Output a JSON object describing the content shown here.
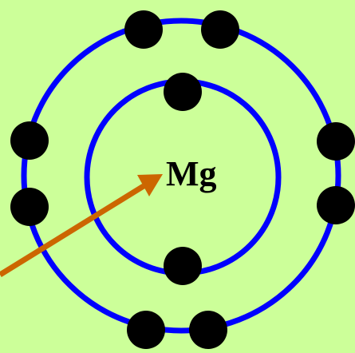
{
  "diagram": {
    "element_label": "Mg",
    "colors": {
      "background": "#ccff99",
      "orbit": "#0000ff",
      "electron": "#000000",
      "arrow": "#cc6600",
      "label": "#000000"
    },
    "shells": [
      {
        "name": "inner",
        "electron_count": 2
      },
      {
        "name": "outer",
        "electron_count": 8
      }
    ]
  }
}
